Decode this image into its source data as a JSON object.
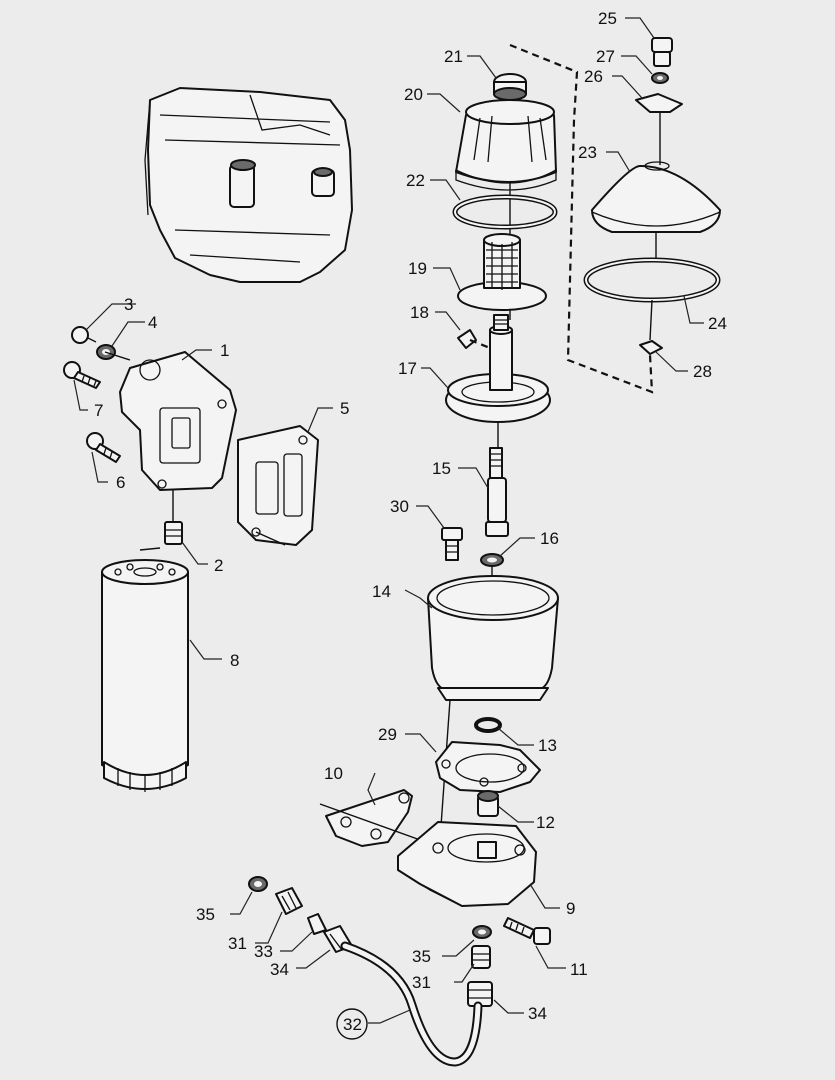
{
  "labels": {
    "l1": "1",
    "l2": "2",
    "l3": "3",
    "l4": "4",
    "l5": "5",
    "l6": "6",
    "l7": "7",
    "l8": "8",
    "l9": "9",
    "l10": "10",
    "l11": "11",
    "l12": "12",
    "l13": "13",
    "l14": "14",
    "l15": "15",
    "l16": "16",
    "l17": "17",
    "l18": "18",
    "l19": "19",
    "l20": "20",
    "l21": "21",
    "l22": "22",
    "l23": "23",
    "l24": "24",
    "l25": "25",
    "l26": "26",
    "l27": "27",
    "l28": "28",
    "l29": "29",
    "l30": "30",
    "l31a": "31",
    "l31b": "31",
    "l32": "32",
    "l33": "33",
    "l34a": "34",
    "l34b": "34",
    "l35a": "35",
    "l35b": "35"
  }
}
